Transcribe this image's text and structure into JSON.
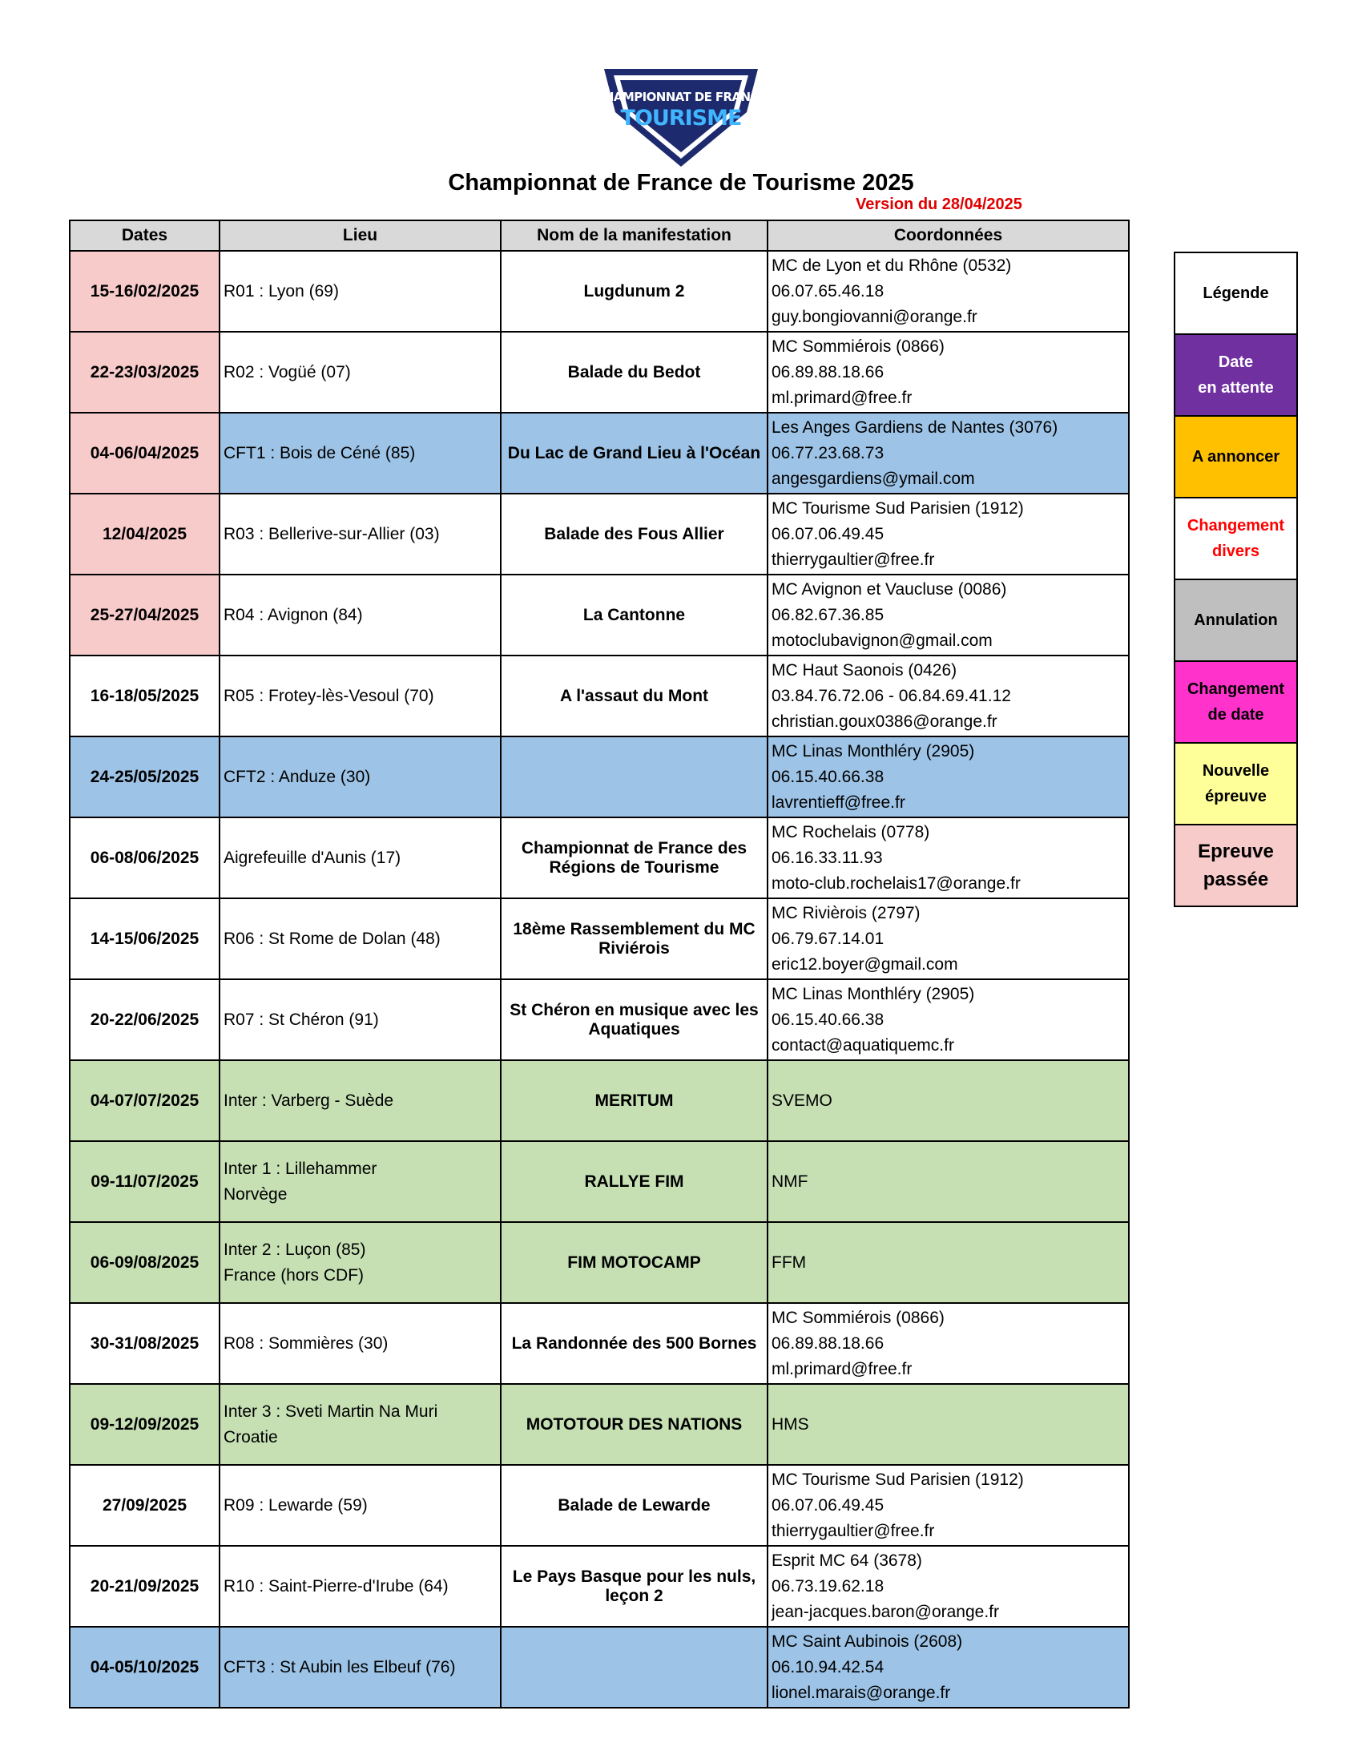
{
  "logo": {
    "line1": "CHAMPIONNAT DE FRANCE",
    "line2": "TOURISME"
  },
  "title": "Championnat de France de Tourisme 2025",
  "version": "Version du 28/04/2025",
  "headers": {
    "dates": "Dates",
    "lieu": "Lieu",
    "nom": "Nom de la manifestation",
    "coord": "Coordonnées"
  },
  "colors": {
    "pink": "#f8cbcb",
    "blue": "#9dc3e6",
    "green": "#c6e0b4",
    "header": "#d9d9d9"
  },
  "rows": [
    {
      "date": "15-16/02/2025",
      "lieu": "R01 : Lyon (69)",
      "nom": "Lugdunum 2",
      "contact": [
        "MC de Lyon et du Rhône (0532)",
        "06.07.65.46.18",
        "guy.bongiovanni@orange.fr"
      ],
      "date_bg": "pink",
      "row_bg": "white"
    },
    {
      "date": "22-23/03/2025",
      "lieu": "R02 : Vogüé (07)",
      "nom": "Balade du Bedot",
      "contact": [
        "MC Sommiérois (0866)",
        "06.89.88.18.66",
        "ml.primard@free.fr"
      ],
      "date_bg": "pink",
      "row_bg": "white"
    },
    {
      "date": "04-06/04/2025",
      "lieu": "CFT1 : Bois de Céné (85)",
      "nom": "Du Lac de Grand Lieu à l'Océan",
      "contact": [
        "Les Anges Gardiens de Nantes (3076)",
        "06.77.23.68.73",
        "angesgardiens@ymail.com"
      ],
      "date_bg": "pink",
      "row_bg": "blue"
    },
    {
      "date": "12/04/2025",
      "lieu": "R03 : Bellerive-sur-Allier (03)",
      "nom": "Balade des Fous Allier",
      "contact": [
        "MC Tourisme Sud Parisien (1912)",
        "06.07.06.49.45",
        "thierrygaultier@free.fr"
      ],
      "date_bg": "pink",
      "row_bg": "white"
    },
    {
      "date": "25-27/04/2025",
      "lieu": "R04 : Avignon (84)",
      "nom": "La Cantonne",
      "contact": [
        "MC Avignon et Vaucluse (0086)",
        "06.82.67.36.85",
        "motoclubavignon@gmail.com"
      ],
      "date_bg": "pink",
      "row_bg": "white"
    },
    {
      "date": "16-18/05/2025",
      "lieu": "R05 : Frotey-lès-Vesoul (70)",
      "nom": "A l'assaut du Mont",
      "contact": [
        "MC Haut Saonois (0426)",
        "03.84.76.72.06 - 06.84.69.41.12",
        "christian.goux0386@orange.fr"
      ],
      "date_bg": "white",
      "row_bg": "white"
    },
    {
      "date": "24-25/05/2025",
      "lieu": "CFT2 : Anduze (30)",
      "nom": "",
      "contact": [
        "MC Linas Monthléry (2905)",
        "06.15.40.66.38",
        "lavrentieff@free.fr"
      ],
      "date_bg": "blue",
      "row_bg": "blue"
    },
    {
      "date": "06-08/06/2025",
      "lieu": "Aigrefeuille d'Aunis (17)",
      "nom": "Championnat de France des Régions de Tourisme",
      "contact": [
        "MC Rochelais (0778)",
        "06.16.33.11.93",
        "moto-club.rochelais17@orange.fr"
      ],
      "date_bg": "white",
      "row_bg": "white"
    },
    {
      "date": "14-15/06/2025",
      "lieu": "R06 : St Rome de Dolan (48)",
      "nom": "18ème Rassemblement du MC Riviérois",
      "contact": [
        "MC Rivièrois (2797)",
        "06.79.67.14.01",
        "eric12.boyer@gmail.com"
      ],
      "date_bg": "white",
      "row_bg": "white"
    },
    {
      "date": "20-22/06/2025",
      "lieu": "R07 : St Chéron (91)",
      "nom": "St Chéron en musique avec les Aquatiques",
      "contact": [
        "MC Linas Monthléry (2905)",
        "06.15.40.66.38",
        "contact@aquatiquemc.fr"
      ],
      "date_bg": "white",
      "row_bg": "white"
    },
    {
      "date": "04-07/07/2025",
      "lieu": "Inter : Varberg - Suède",
      "nom": "MERITUM",
      "contact": [
        "SVEMO"
      ],
      "date_bg": "green",
      "row_bg": "green"
    },
    {
      "date": "09-11/07/2025",
      "lieu": "Inter 1 : Lillehammer\nNorvège",
      "nom": "RALLYE FIM",
      "contact": [
        "NMF"
      ],
      "date_bg": "green",
      "row_bg": "green"
    },
    {
      "date": "06-09/08/2025",
      "lieu": "Inter 2 : Luçon (85)\nFrance (hors CDF)",
      "nom": "FIM MOTOCAMP",
      "contact": [
        "FFM"
      ],
      "date_bg": "green",
      "row_bg": "green"
    },
    {
      "date": "30-31/08/2025",
      "lieu": "R08 : Sommières (30)",
      "nom": "La Randonnée des 500 Bornes",
      "contact": [
        "MC Sommiérois (0866)",
        "06.89.88.18.66",
        "ml.primard@free.fr"
      ],
      "date_bg": "white",
      "row_bg": "white"
    },
    {
      "date": "09-12/09/2025",
      "lieu": "Inter 3 : Sveti Martin Na Muri\nCroatie",
      "nom": "MOTOTOUR DES NATIONS",
      "contact": [
        "HMS"
      ],
      "date_bg": "green",
      "row_bg": "green"
    },
    {
      "date": "27/09/2025",
      "lieu": "R09 : Lewarde (59)",
      "nom": "Balade de Lewarde",
      "contact": [
        "MC Tourisme Sud Parisien (1912)",
        "06.07.06.49.45",
        "thierrygaultier@free.fr"
      ],
      "date_bg": "white",
      "row_bg": "white"
    },
    {
      "date": "20-21/09/2025",
      "lieu": "R10 : Saint-Pierre-d'Irube (64)",
      "nom": "Le Pays Basque pour les nuls, leçon 2",
      "contact": [
        "Esprit MC 64 (3678)",
        "06.73.19.62.18",
        "jean-jacques.baron@orange.fr"
      ],
      "date_bg": "white",
      "row_bg": "white"
    },
    {
      "date": "04-05/10/2025",
      "lieu": "CFT3 : St Aubin les Elbeuf (76)",
      "nom": "",
      "contact": [
        "MC Saint Aubinois (2608)",
        "06.10.94.42.54",
        "lionel.marais@orange.fr"
      ],
      "date_bg": "blue",
      "row_bg": "blue"
    }
  ],
  "legend": [
    {
      "label": "Légende",
      "bg": "#ffffff",
      "color": "#000000"
    },
    {
      "label": "Date\nen attente",
      "bg": "#7030a0",
      "color": "#ffffff"
    },
    {
      "label": "A annoncer",
      "bg": "#ffc000",
      "color": "#000000"
    },
    {
      "label": "Changement\ndivers",
      "bg": "#ffffff",
      "color": "#ff0000"
    },
    {
      "label": "Annulation",
      "bg": "#bfbfbf",
      "color": "#000000"
    },
    {
      "label": "Changement\nde date",
      "bg": "#ff33cc",
      "color": "#000000"
    },
    {
      "label": "Nouvelle\népreuve",
      "bg": "#ffff99",
      "color": "#000000"
    },
    {
      "label": "Epreuve\npassée",
      "bg": "#f8cbcb",
      "color": "#000000"
    }
  ]
}
